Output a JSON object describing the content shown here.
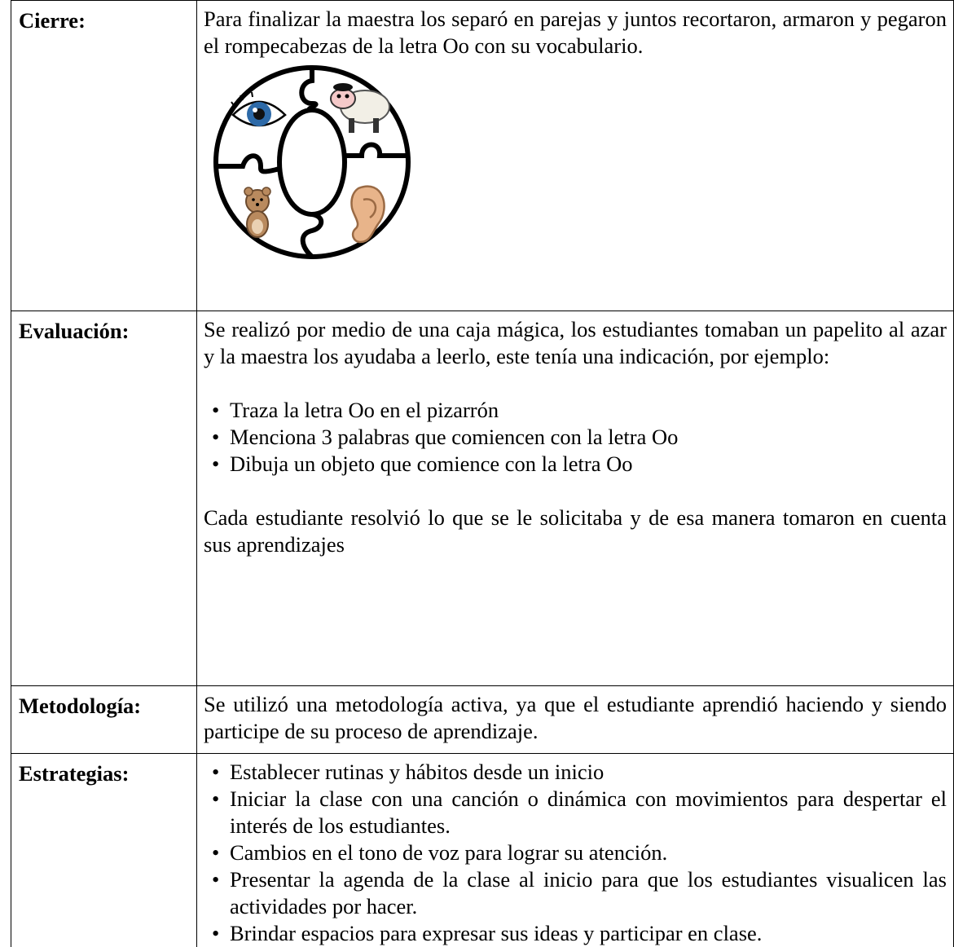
{
  "rows": {
    "cierre": {
      "label": "Cierre:",
      "text": "Para finalizar la maestra los separó en parejas y juntos recortaron, armaron y pegaron el rompecabezas de la letra Oo con su vocabulario."
    },
    "evaluacion": {
      "label": "Evaluación:",
      "intro": "Se realizó por medio de una caja mágica, los estudiantes tomaban un papelito al azar y la maestra los ayudaba a leerlo, este tenía una indicación, por ejemplo:",
      "bullets": [
        "Traza la letra Oo en el pizarrón",
        "Menciona 3 palabras que comiencen con la letra Oo",
        "Dibuja un objeto que comience con la letra Oo"
      ],
      "outro": "Cada estudiante resolvió lo que se le solicitaba y de esa manera tomaron en cuenta sus aprendizajes"
    },
    "metodologia": {
      "label": "Metodología:",
      "text": "Se utilizó una metodología activa, ya que el estudiante aprendió haciendo y siendo participe de su proceso de aprendizaje."
    },
    "estrategias": {
      "label": "Estrategias:",
      "bullets": [
        "Establecer rutinas y hábitos desde un inicio",
        "Iniciar la clase con una canción o dinámica con movimientos para despertar el interés de los estudiantes.",
        "Cambios en el tono de voz para lograr su atención.",
        "Presentar la agenda de la clase al inicio para que los estudiantes visualicen las actividades por hacer.",
        "Brindar espacios para expresar sus ideas y participar en clase."
      ]
    }
  },
  "puzzle_image": {
    "pieces": [
      "eye",
      "sheep",
      "bear",
      "ear"
    ],
    "colors": {
      "outline": "#000000",
      "iris": "#2d6aa8",
      "skin": "#e8b48a",
      "bear": "#b98a5e",
      "sheep": "#f2efe6"
    }
  }
}
